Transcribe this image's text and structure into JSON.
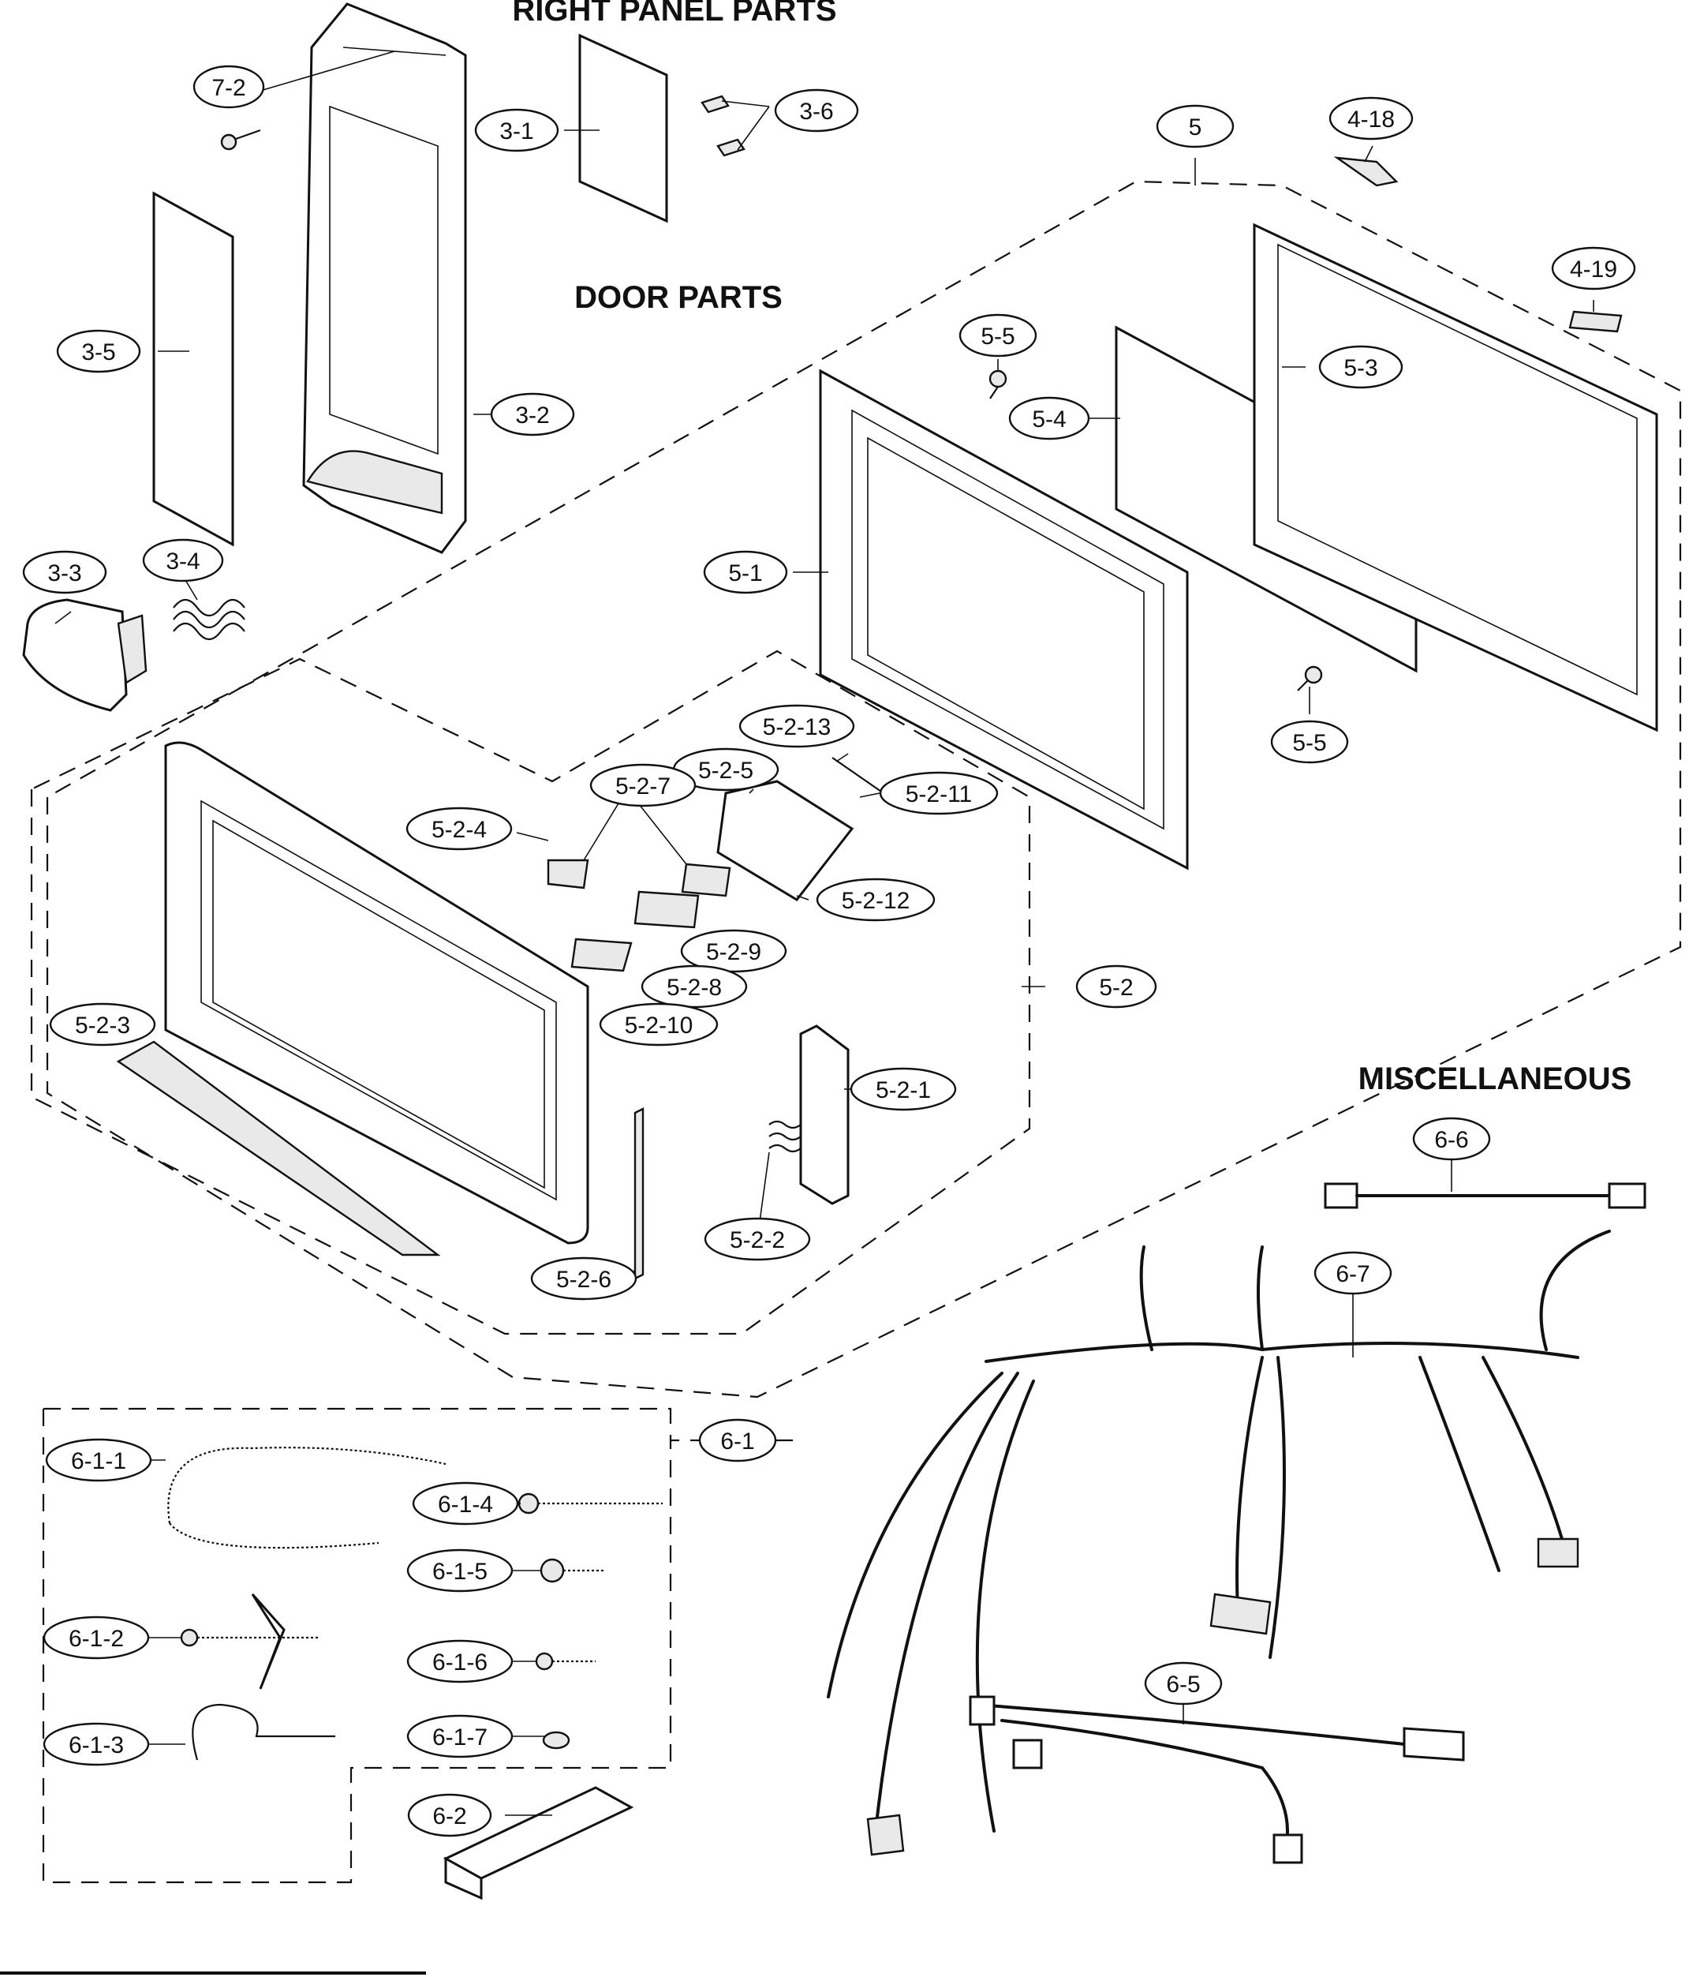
{
  "headings": {
    "right_panel": "RIGHT PANEL PARTS",
    "door": "DOOR PARTS",
    "misc": "MISCELLANEOUS"
  },
  "callouts": [
    {
      "id": "7-2",
      "label": "7-2"
    },
    {
      "id": "3-1",
      "label": "3-1"
    },
    {
      "id": "3-6",
      "label": "3-6"
    },
    {
      "id": "3-5",
      "label": "3-5"
    },
    {
      "id": "3-2",
      "label": "3-2"
    },
    {
      "id": "3-3",
      "label": "3-3"
    },
    {
      "id": "3-4",
      "label": "3-4"
    },
    {
      "id": "5",
      "label": "5"
    },
    {
      "id": "4-18",
      "label": "4-18"
    },
    {
      "id": "4-19",
      "label": "4-19"
    },
    {
      "id": "5-5a",
      "label": "5-5"
    },
    {
      "id": "5-4",
      "label": "5-4"
    },
    {
      "id": "5-3",
      "label": "5-3"
    },
    {
      "id": "5-1",
      "label": "5-1"
    },
    {
      "id": "5-5b",
      "label": "5-5"
    },
    {
      "id": "5-2-13",
      "label": "5-2-13"
    },
    {
      "id": "5-2-5",
      "label": "5-2-5"
    },
    {
      "id": "5-2-11",
      "label": "5-2-11"
    },
    {
      "id": "5-2-7",
      "label": "5-2-7"
    },
    {
      "id": "5-2-4",
      "label": "5-2-4"
    },
    {
      "id": "5-2-12",
      "label": "5-2-12"
    },
    {
      "id": "5-2-9",
      "label": "5-2-9"
    },
    {
      "id": "5-2-8",
      "label": "5-2-8"
    },
    {
      "id": "5-2-10",
      "label": "5-2-10"
    },
    {
      "id": "5-2-3",
      "label": "5-2-3"
    },
    {
      "id": "5-2",
      "label": "5-2"
    },
    {
      "id": "5-2-1",
      "label": "5-2-1"
    },
    {
      "id": "5-2-2",
      "label": "5-2-2"
    },
    {
      "id": "5-2-6",
      "label": "5-2-6"
    },
    {
      "id": "6-6",
      "label": "6-6"
    },
    {
      "id": "6-7",
      "label": "6-7"
    },
    {
      "id": "6-1",
      "label": "6-1"
    },
    {
      "id": "6-1-1",
      "label": "6-1-1"
    },
    {
      "id": "6-1-4",
      "label": "6-1-4"
    },
    {
      "id": "6-1-5",
      "label": "6-1-5"
    },
    {
      "id": "6-1-2",
      "label": "6-1-2"
    },
    {
      "id": "6-1-6",
      "label": "6-1-6"
    },
    {
      "id": "6-1-3",
      "label": "6-1-3"
    },
    {
      "id": "6-1-7",
      "label": "6-1-7"
    },
    {
      "id": "6-2",
      "label": "6-2"
    },
    {
      "id": "6-5",
      "label": "6-5"
    }
  ]
}
